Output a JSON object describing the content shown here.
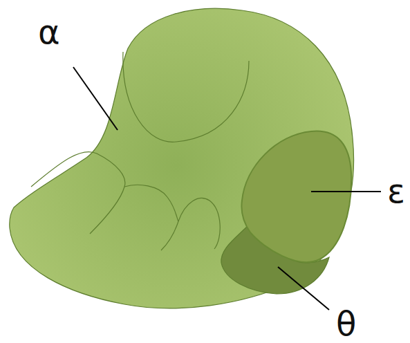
{
  "diagram": {
    "labels": [
      "α",
      "ε",
      "θ"
    ]
  }
}
